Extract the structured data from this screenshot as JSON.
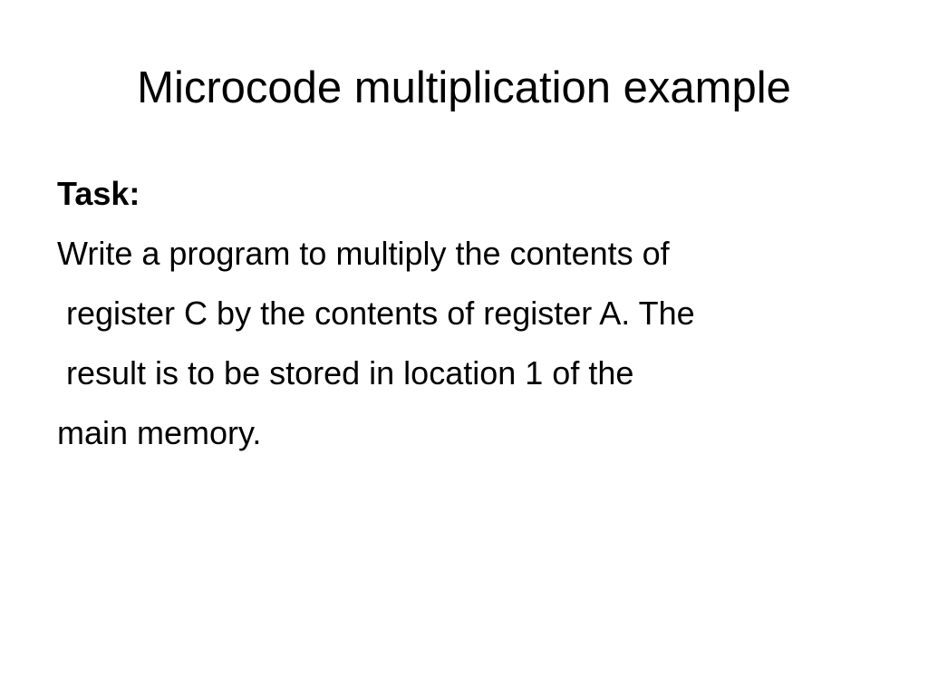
{
  "slide": {
    "title": "Microcode multiplication example",
    "task_label": "Task:",
    "body_lines": [
      "Write a program to multiply the contents of",
      " register C by the contents of register A. The",
      " result is to be stored in location 1 of the",
      "main memory."
    ]
  }
}
